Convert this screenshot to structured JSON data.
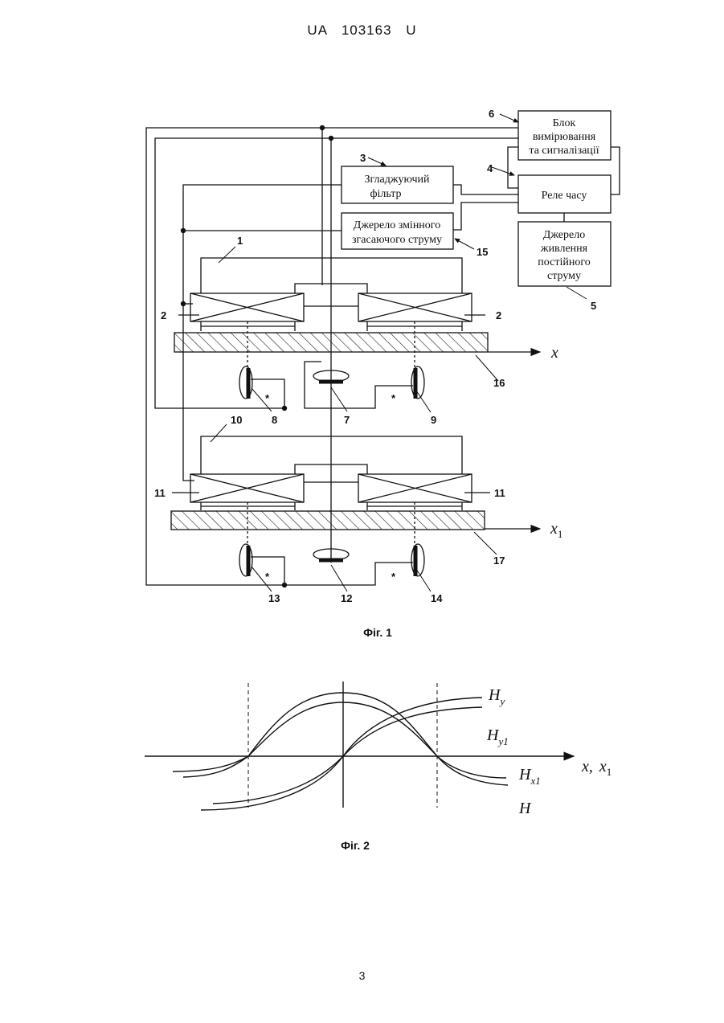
{
  "header": {
    "doc_id": "UA   103163   U"
  },
  "figure1": {
    "caption": "Фіг. 1",
    "blocks": {
      "measurement_line1": "Блок",
      "measurement_line2": "вимірювання",
      "measurement_line3": "та сигналізації",
      "filter_line1": "Згладжуючий",
      "filter_line2": "фільтр",
      "ac_source_line1": "Джерело змінного",
      "ac_source_line2": "згасаючого струму",
      "relay": "Реле часу",
      "dc_source_line1": "Джерело",
      "dc_source_line2": "живлення",
      "dc_source_line3": "постійного",
      "dc_source_line4": "струму"
    },
    "labels": {
      "n1": "1",
      "n2a": "2",
      "n2b": "2",
      "n3": "3",
      "n4": "4",
      "n5": "5",
      "n6": "6",
      "n7": "7",
      "n8": "8",
      "n9": "9",
      "n10": "10",
      "n11a": "11",
      "n11b": "11",
      "n12": "12",
      "n13": "13",
      "n14": "14",
      "n15": "15",
      "n16": "16",
      "n17": "17"
    },
    "axes": {
      "x": "x",
      "x1": "x",
      "x1_sub": "1"
    },
    "star": "*"
  },
  "figure2": {
    "caption": "Фіг. 2",
    "axis_label": "x,",
    "axis_label2": "x",
    "axis_label2_sub": "1",
    "curves": {
      "hy": "H",
      "hy_sub": "y",
      "hy1": "H",
      "hy1_sub": "y1",
      "hx1": "H",
      "hx1_sub": "x1",
      "h": "H"
    }
  },
  "page": {
    "number": "3"
  }
}
